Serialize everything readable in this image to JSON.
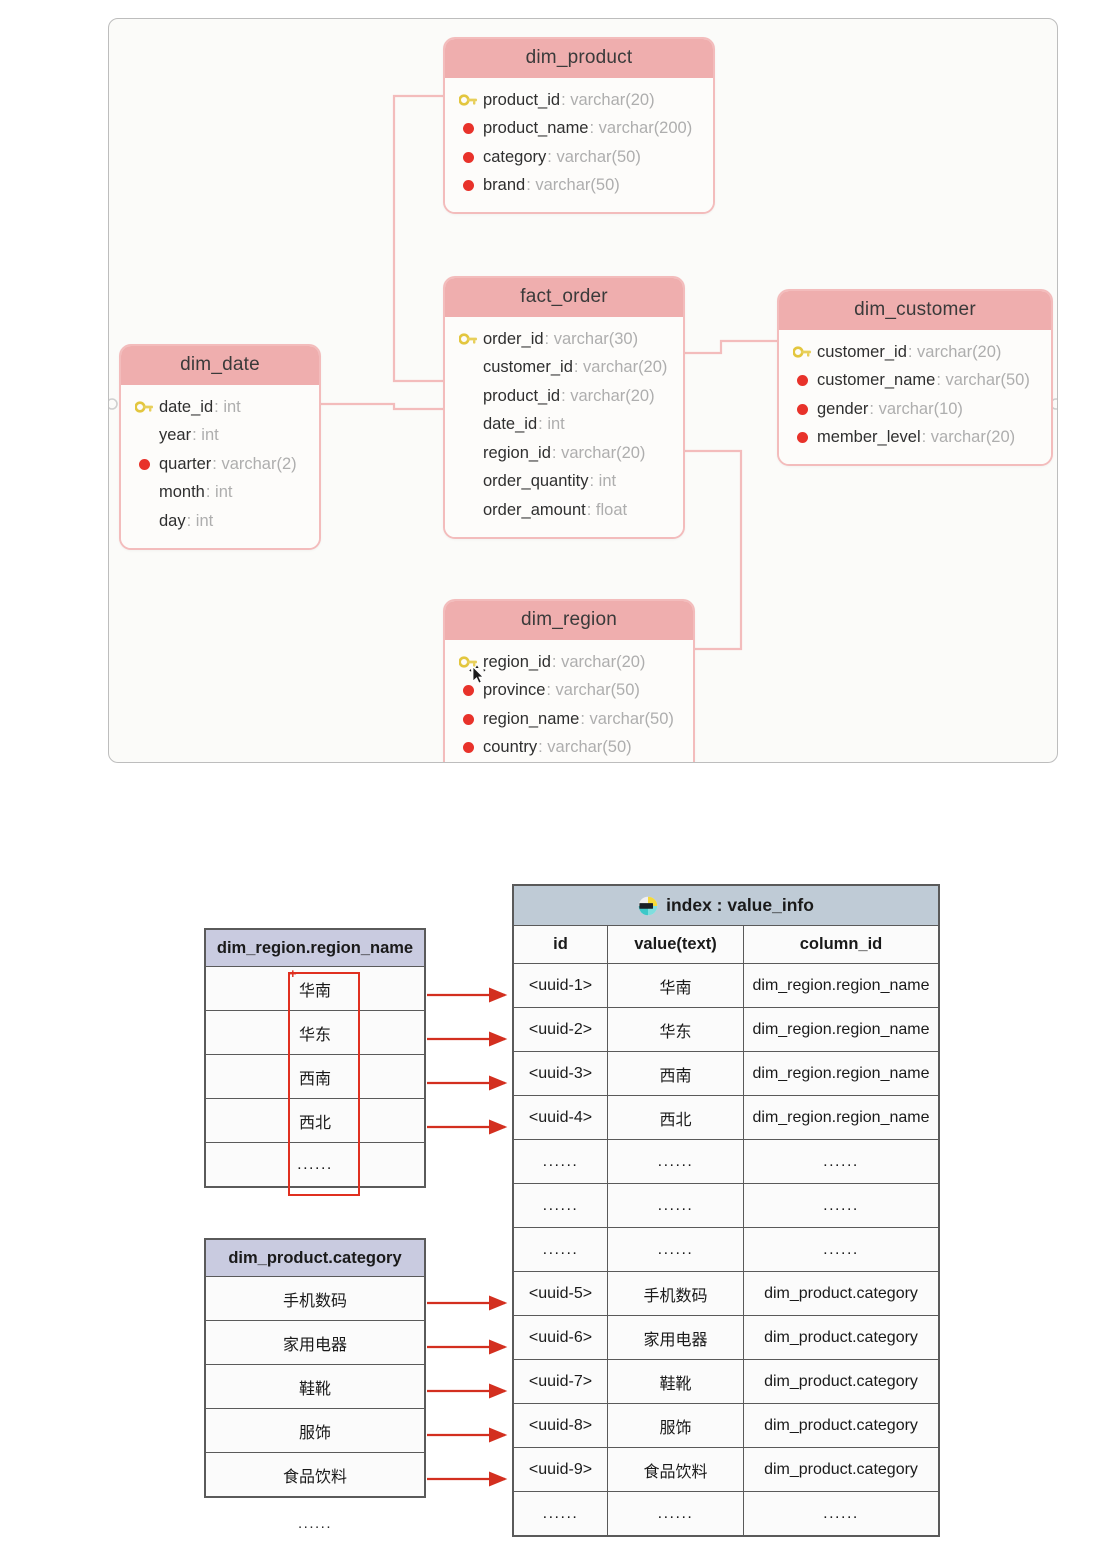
{
  "er_diagram": {
    "tables": [
      {
        "name": "dim_product",
        "columns": [
          {
            "icon": "key-icon",
            "name": "product_id",
            "type": "varchar(20)"
          },
          {
            "icon": "dot-icon",
            "name": "product_name",
            "type": "varchar(200)"
          },
          {
            "icon": "dot-icon",
            "name": "category",
            "type": "varchar(50)"
          },
          {
            "icon": "dot-icon",
            "name": "brand",
            "type": "varchar(50)"
          }
        ]
      },
      {
        "name": "fact_order",
        "columns": [
          {
            "icon": "key-icon",
            "name": "order_id",
            "type": "varchar(30)"
          },
          {
            "icon": "none",
            "name": "customer_id",
            "type": "varchar(20)"
          },
          {
            "icon": "none",
            "name": "product_id",
            "type": "varchar(20)"
          },
          {
            "icon": "none",
            "name": "date_id",
            "type": "int"
          },
          {
            "icon": "none",
            "name": "region_id",
            "type": "varchar(20)"
          },
          {
            "icon": "none",
            "name": "order_quantity",
            "type": "int"
          },
          {
            "icon": "none",
            "name": "order_amount",
            "type": "float"
          }
        ]
      },
      {
        "name": "dim_customer",
        "columns": [
          {
            "icon": "key-icon",
            "name": "customer_id",
            "type": "varchar(20)"
          },
          {
            "icon": "dot-icon",
            "name": "customer_name",
            "type": "varchar(50)"
          },
          {
            "icon": "dot-icon",
            "name": "gender",
            "type": "varchar(10)"
          },
          {
            "icon": "dot-icon",
            "name": "member_level",
            "type": "varchar(20)"
          }
        ]
      },
      {
        "name": "dim_date",
        "columns": [
          {
            "icon": "key-icon",
            "name": "date_id",
            "type": "int"
          },
          {
            "icon": "none",
            "name": "year",
            "type": "int"
          },
          {
            "icon": "dot-icon",
            "name": "quarter",
            "type": "varchar(2)"
          },
          {
            "icon": "none",
            "name": "month",
            "type": "int"
          },
          {
            "icon": "none",
            "name": "day",
            "type": "int"
          }
        ]
      },
      {
        "name": "dim_region",
        "columns": [
          {
            "icon": "key-icon",
            "name": "region_id",
            "type": "varchar(20)"
          },
          {
            "icon": "dot-icon",
            "name": "province",
            "type": "varchar(50)"
          },
          {
            "icon": "dot-icon",
            "name": "region_name",
            "type": "varchar(50)"
          },
          {
            "icon": "dot-icon",
            "name": "country",
            "type": "varchar(50)"
          }
        ]
      }
    ],
    "colors": {
      "header_fill": "#efaeae",
      "border": "#f3bcbc",
      "body_fill": "#fdfcfa",
      "key_icon": "#e8cf5a",
      "dot_icon": "#e8322a",
      "type_text": "#aeaeae",
      "canvas_border": "#bdbdbd"
    }
  },
  "value_index": {
    "source_tables": [
      {
        "title": "dim_region.region_name",
        "values": [
          "华南",
          "华东",
          "西南",
          "西北",
          "......"
        ],
        "highlighted": true,
        "trailing_dots": null
      },
      {
        "title": "dim_product.category",
        "values": [
          "手机数码",
          "家用电器",
          "鞋靴",
          "服饰",
          "食品饮料"
        ],
        "highlighted": false,
        "trailing_dots": "......"
      }
    ],
    "index_table": {
      "icon": "elasticsearch-icon",
      "title": "index : value_info",
      "columns": [
        "id",
        "value(text)",
        "column_id"
      ],
      "rows": [
        {
          "id": "<uuid-1>",
          "value": "华南",
          "column_id": "dim_region.region_name"
        },
        {
          "id": "<uuid-2>",
          "value": "华东",
          "column_id": "dim_region.region_name"
        },
        {
          "id": "<uuid-3>",
          "value": "西南",
          "column_id": "dim_region.region_name"
        },
        {
          "id": "<uuid-4>",
          "value": "西北",
          "column_id": "dim_region.region_name"
        },
        {
          "id": "......",
          "value": "......",
          "column_id": "......"
        },
        {
          "id": "......",
          "value": "......",
          "column_id": "......"
        },
        {
          "id": "......",
          "value": "......",
          "column_id": "......"
        },
        {
          "id": "<uuid-5>",
          "value": "手机数码",
          "column_id": "dim_product.category"
        },
        {
          "id": "<uuid-6>",
          "value": "家用电器",
          "column_id": "dim_product.category"
        },
        {
          "id": "<uuid-7>",
          "value": "鞋靴",
          "column_id": "dim_product.category"
        },
        {
          "id": "<uuid-8>",
          "value": "服饰",
          "column_id": "dim_product.category"
        },
        {
          "id": "<uuid-9>",
          "value": "食品饮料",
          "column_id": "dim_product.category"
        },
        {
          "id": "......",
          "value": "......",
          "column_id": "......"
        }
      ]
    },
    "colors": {
      "header_fill": "#c9cbe0",
      "index_header_fill": "#bfcbd6",
      "grid": "#5a5a5a",
      "arrow": "#d32f1f",
      "highlight": "#e03020"
    }
  }
}
